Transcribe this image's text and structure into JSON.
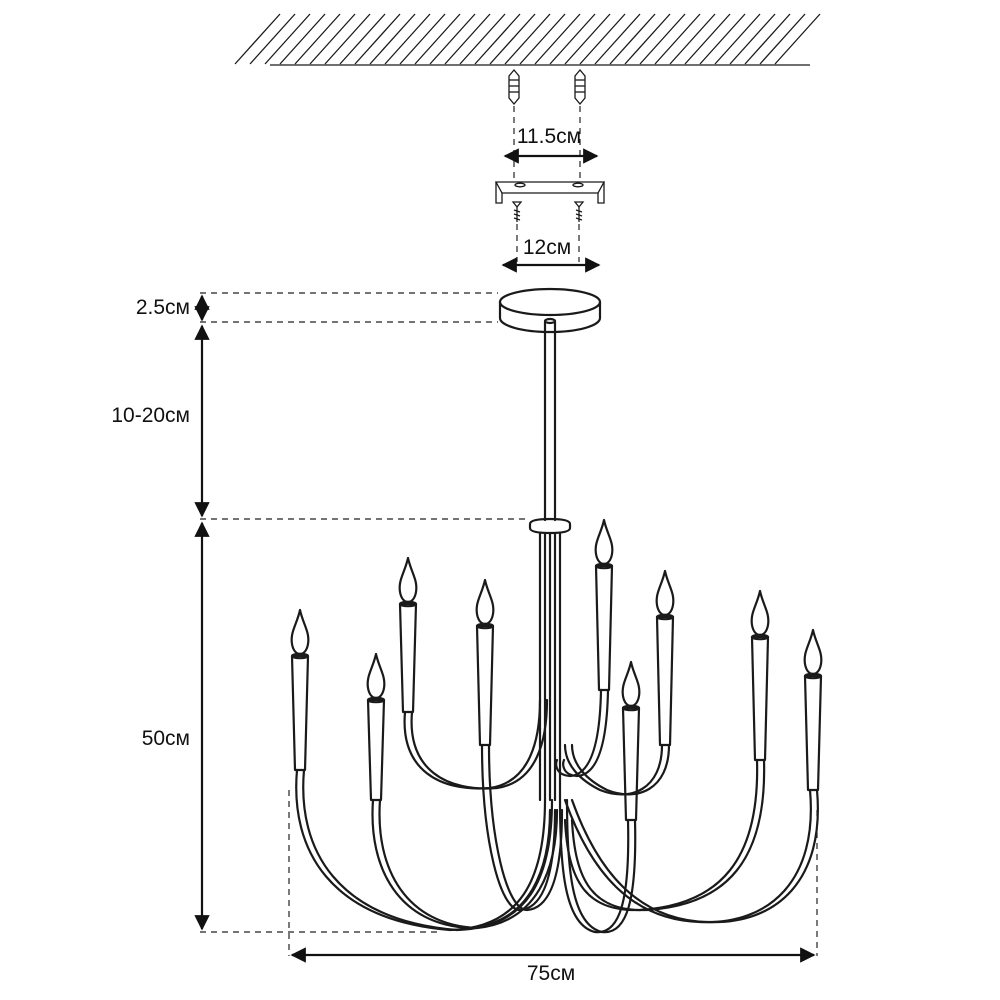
{
  "dimensions": {
    "mount_hole_spacing": "11.5см",
    "bracket_width": "12см",
    "canopy_height": "2.5см",
    "rod_length": "10-20см",
    "body_height": "50см",
    "overall_width": "75см"
  }
}
